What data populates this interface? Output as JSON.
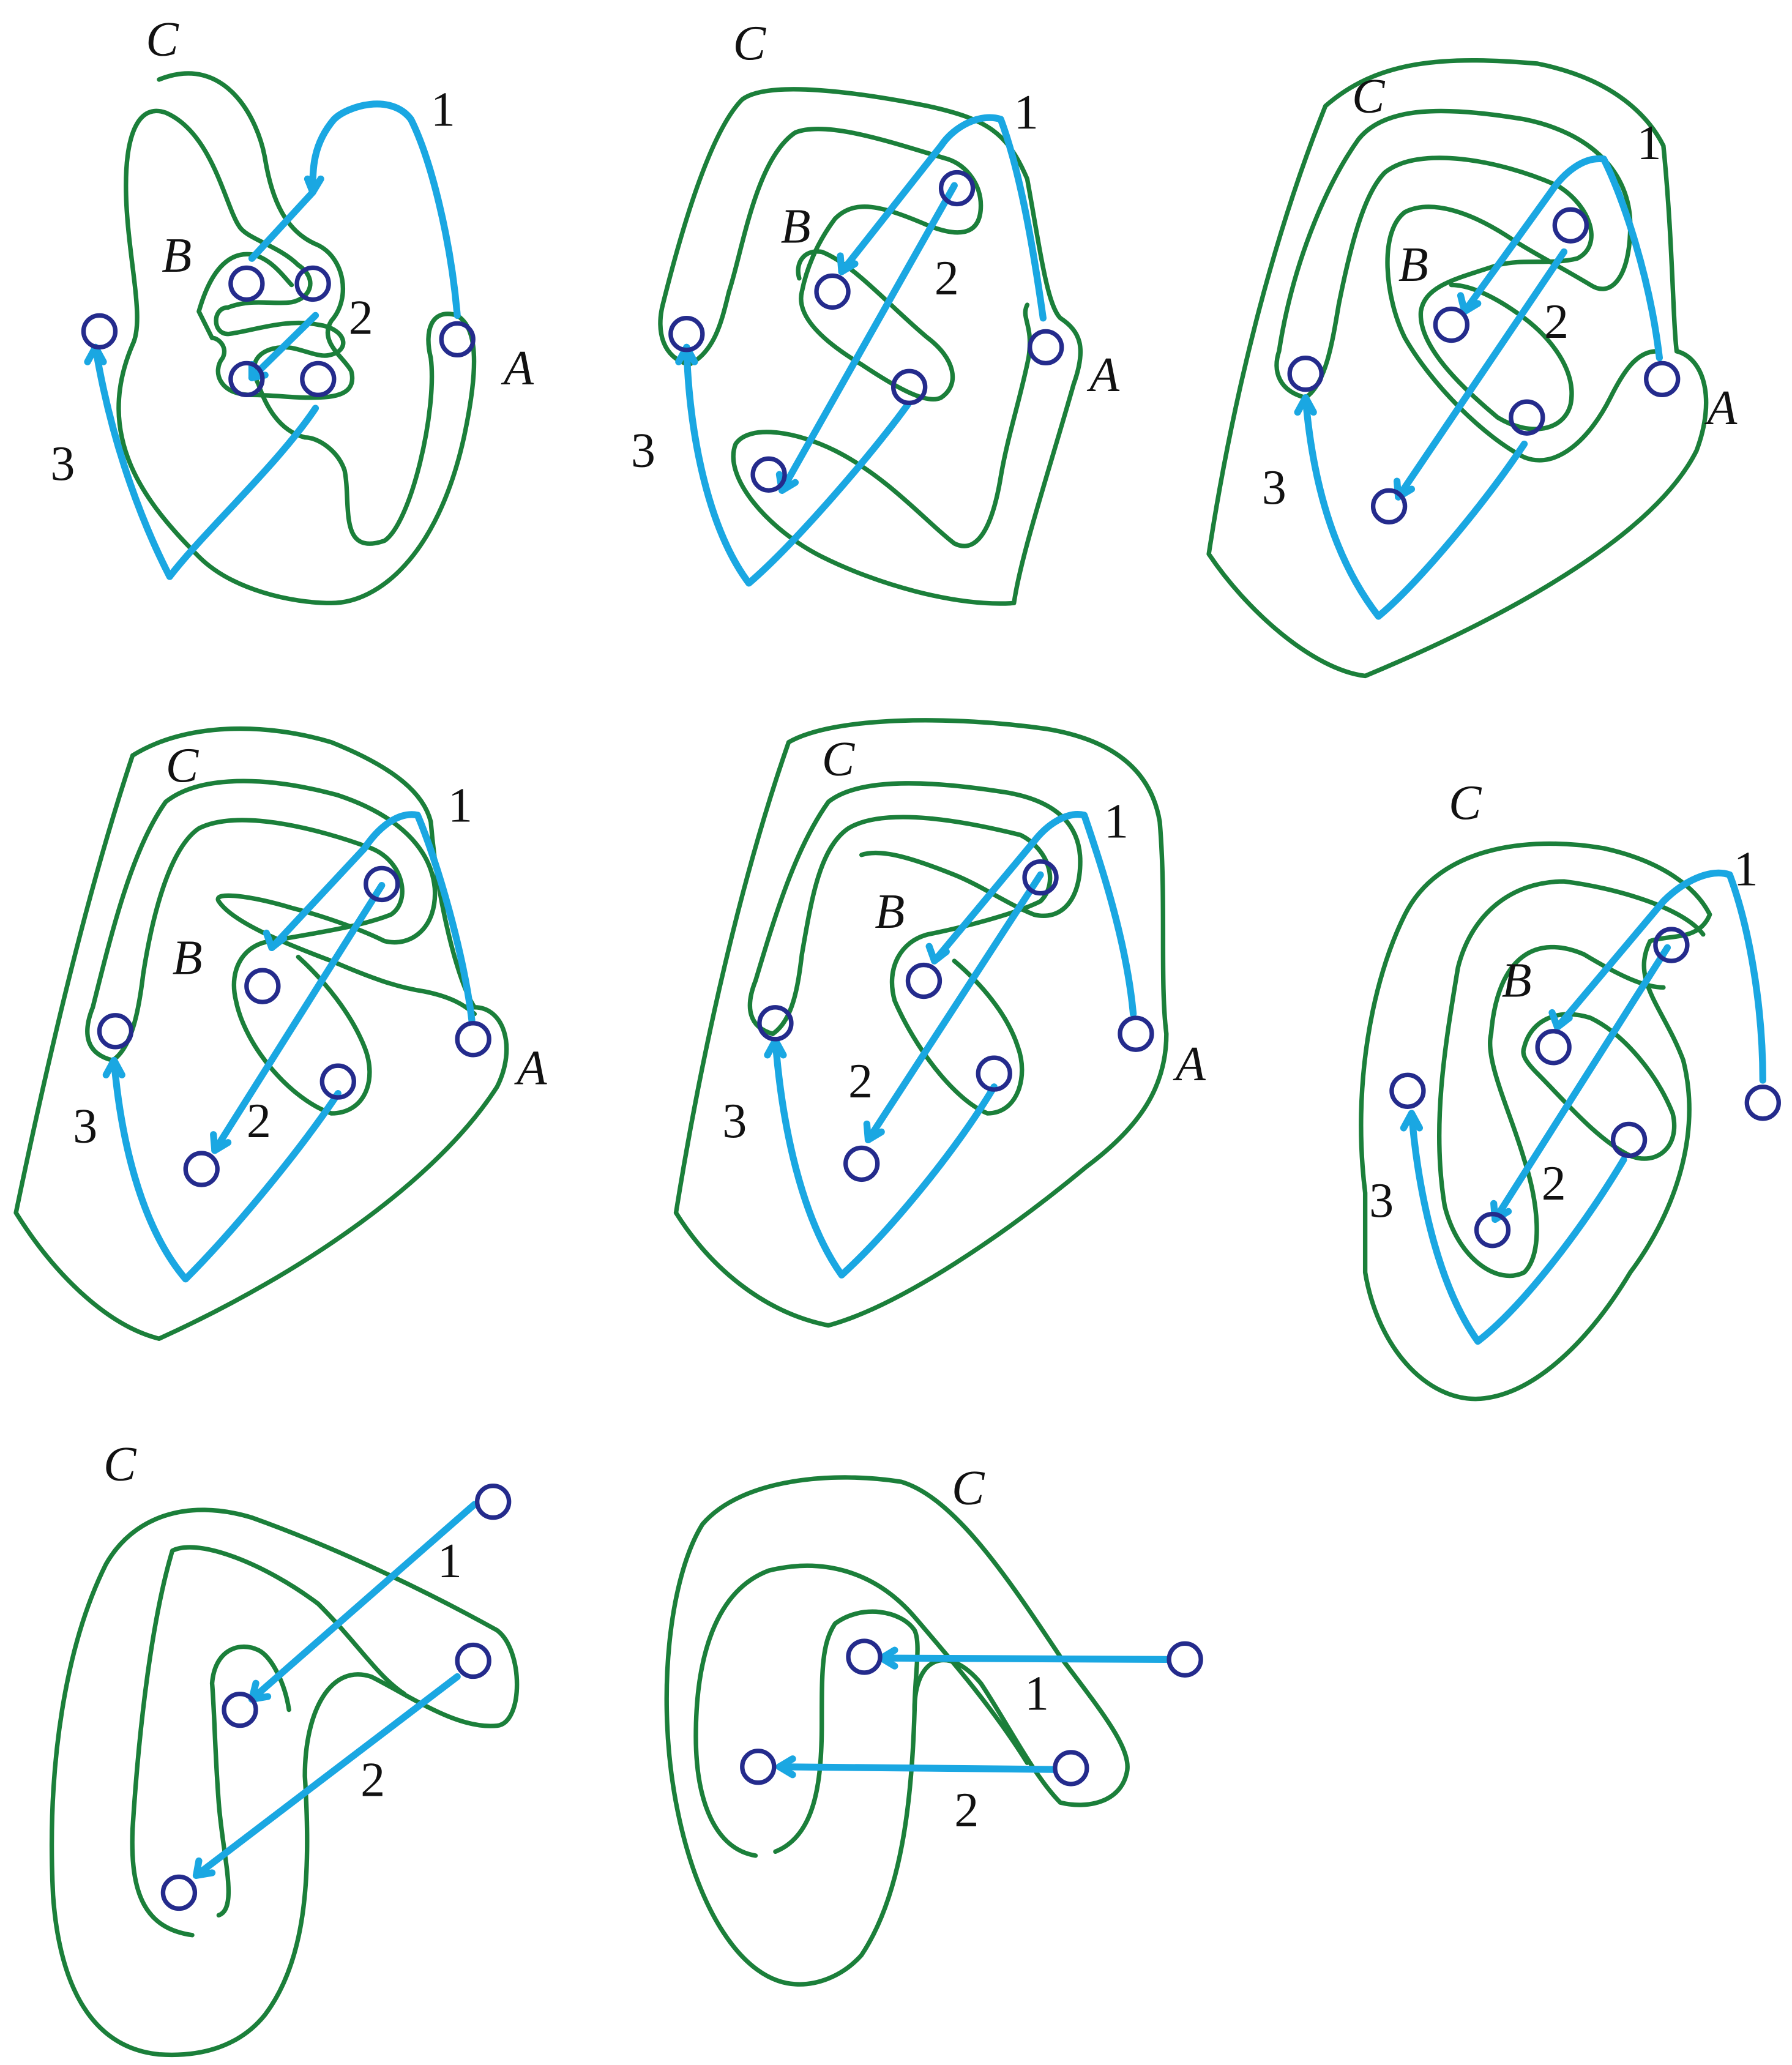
{
  "colors": {
    "curve": "#1b7f3a",
    "arc": "#1aa7e2",
    "puncture": "#242b8c",
    "text": "#111111"
  },
  "icons": {
    "puncture": "circle-outline",
    "arc-head": "open-chevron-arrow"
  },
  "panels": [
    {
      "labels": {
        "C": "C",
        "B": "B",
        "A": "A",
        "arc1": "1",
        "arc2": "2",
        "arc3": "3"
      }
    },
    {
      "labels": {
        "C": "C",
        "B": "B",
        "A": "A",
        "arc1": "1",
        "arc2": "2",
        "arc3": "3"
      }
    },
    {
      "labels": {
        "C": "C",
        "B": "B",
        "A": "A",
        "arc1": "1",
        "arc2": "2",
        "arc3": "3"
      }
    },
    {
      "labels": {
        "C": "C",
        "B": "B",
        "A": "A",
        "arc1": "1",
        "arc2": "2",
        "arc3": "3"
      }
    },
    {
      "labels": {
        "C": "C",
        "B": "B",
        "A": "A",
        "arc1": "1",
        "arc2": "2",
        "arc3": "3"
      }
    },
    {
      "labels": {
        "C": "C",
        "B": "B",
        "arc1": "1",
        "arc2": "2",
        "arc3": "3"
      }
    },
    {
      "labels": {
        "C": "C",
        "arc1": "1",
        "arc2": "2"
      }
    },
    {
      "labels": {
        "C": "C",
        "arc1": "1",
        "arc2": "2"
      }
    }
  ]
}
